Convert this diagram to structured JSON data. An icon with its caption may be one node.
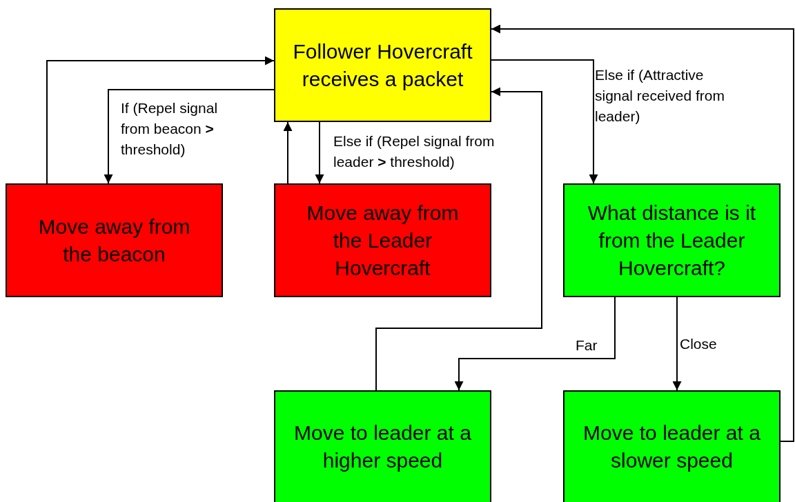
{
  "diagram": {
    "nodes": [
      {
        "text": [
          "Follower Hovercraft receives a packet"
        ]
      },
      {
        "text": [
          "Move away from the beacon"
        ]
      },
      {
        "text": [
          "Move away from the Leader Hovercraft"
        ]
      },
      {
        "text": [
          "What distance is it from the Leader Hovercraft?"
        ]
      },
      {
        "text": [
          "Move to leader at a higher speed"
        ]
      },
      {
        "text": [
          "Move to leader at a slower speed"
        ]
      }
    ],
    "edges": [
      {
        "from": 0,
        "to": 1,
        "arrow": "to",
        "label": "If (Repel signal from beacon **>** threshold)"
      },
      {
        "from": 1,
        "to": 0,
        "arrow": "to"
      },
      {
        "from": 0,
        "to": 2,
        "arrow": "to",
        "label": "Else if (Repel signal from leader **>** threshold)"
      },
      {
        "from": 2,
        "to": 0,
        "arrow": "to"
      },
      {
        "from": 0,
        "to": 3,
        "arrow": "to",
        "label": "Else if (Attractive signal received from leader)"
      },
      {
        "from": 3,
        "to": 4,
        "arrow": "to",
        "label": "Far"
      },
      {
        "from": 3,
        "to": 5,
        "arrow": "to",
        "label": "Close"
      },
      {
        "from": 4,
        "to": 0,
        "arrow": "to"
      },
      {
        "from": 5,
        "to": 0,
        "arrow": "to"
      }
    ]
  }
}
